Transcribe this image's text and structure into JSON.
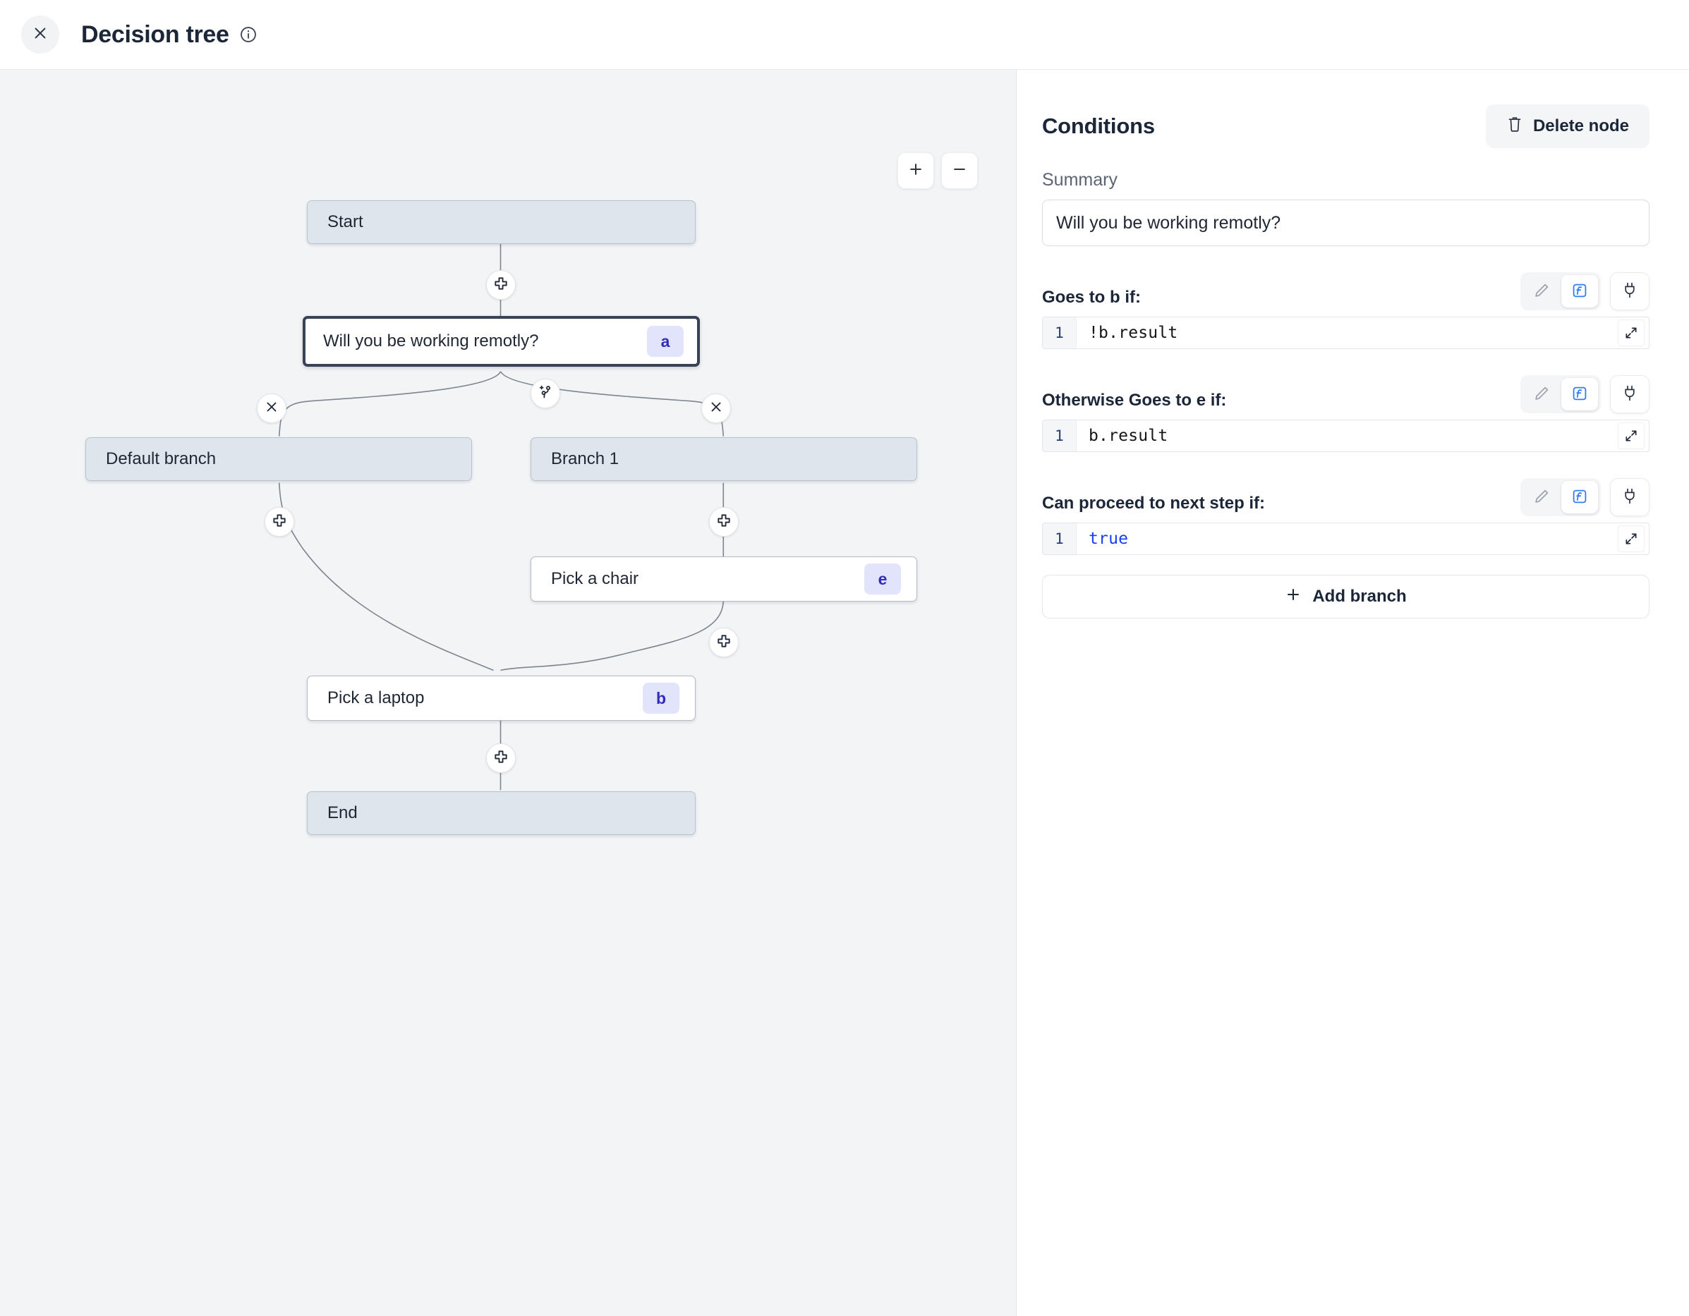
{
  "header": {
    "title": "Decision tree",
    "close_icon": "close-icon",
    "info_icon": "info-icon"
  },
  "canvas": {
    "zoom_in_label": "+",
    "zoom_out_label": "−",
    "nodes": [
      {
        "id": "start",
        "label": "Start",
        "badge": "",
        "kind": "terminal"
      },
      {
        "id": "a",
        "label": "Will you be working remotly?",
        "badge": "a",
        "kind": "selected"
      },
      {
        "id": "default",
        "label": "Default branch",
        "badge": "",
        "kind": "terminal"
      },
      {
        "id": "branch1",
        "label": "Branch 1",
        "badge": "",
        "kind": "terminal"
      },
      {
        "id": "e",
        "label": "Pick a chair",
        "badge": "e",
        "kind": "plain"
      },
      {
        "id": "b",
        "label": "Pick a laptop",
        "badge": "b",
        "kind": "plain"
      },
      {
        "id": "end",
        "label": "End",
        "badge": "",
        "kind": "terminal"
      }
    ],
    "handles": [
      {
        "id": "h-start-a",
        "icon": "plus-node-icon"
      },
      {
        "id": "h-branch",
        "icon": "add-branch-icon"
      },
      {
        "id": "h-del-left",
        "icon": "close-icon"
      },
      {
        "id": "h-del-right",
        "icon": "close-icon"
      },
      {
        "id": "h-default-b",
        "icon": "plus-node-icon"
      },
      {
        "id": "h-branch1-e",
        "icon": "plus-node-icon"
      },
      {
        "id": "h-e-b",
        "icon": "plus-node-icon"
      },
      {
        "id": "h-b-end",
        "icon": "plus-node-icon"
      }
    ]
  },
  "panel": {
    "title": "Conditions",
    "delete_node_label": "Delete node",
    "summary_label": "Summary",
    "summary_value": "Will you be working remotly?",
    "add_branch_label": "Add branch",
    "conditions": [
      {
        "label": "Goes to b if:",
        "code": "!b.result",
        "line": "1",
        "keyword": false,
        "mode": "function"
      },
      {
        "label": "Otherwise Goes to e if:",
        "code": "b.result",
        "line": "1",
        "keyword": false,
        "mode": "function"
      },
      {
        "label": "Can proceed to next step if:",
        "code": "true",
        "line": "1",
        "keyword": true,
        "mode": "function"
      }
    ]
  },
  "colors": {
    "canvas_bg": "#f2f4f6",
    "terminal_node": "#dfe5ec",
    "badge_bg": "#e2e4fb",
    "badge_fg": "#332bbf",
    "accent_blue": "#2f7df6",
    "keyword_blue": "#1a3ff0"
  }
}
